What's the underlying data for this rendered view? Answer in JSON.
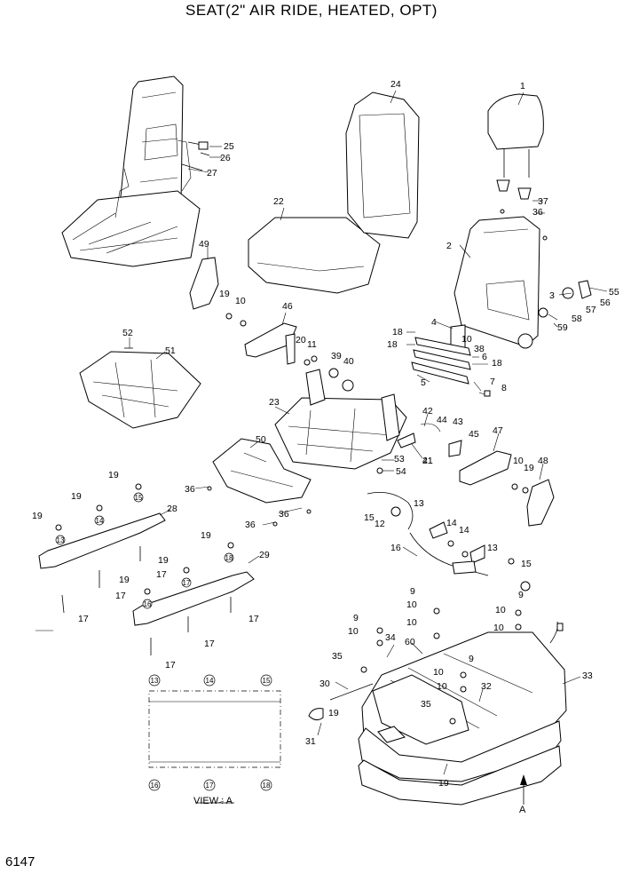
{
  "title": "SEAT(2\" AIR RIDE, HEATED, OPT)",
  "page_number": "6147",
  "view_label": "VIEW : A",
  "arrow_label": "A",
  "callouts": [
    "1",
    "2",
    "3",
    "4",
    "5",
    "6",
    "7",
    "8",
    "9",
    "10",
    "11",
    "12",
    "13",
    "14",
    "15",
    "16",
    "17",
    "18",
    "19",
    "20",
    "21",
    "22",
    "23",
    "24",
    "25",
    "26",
    "27",
    "28",
    "29",
    "30",
    "31",
    "32",
    "33",
    "34",
    "35",
    "36",
    "37",
    "38",
    "39",
    "40",
    "41",
    "42",
    "43",
    "44",
    "45",
    "46",
    "47",
    "48",
    "49",
    "50",
    "51",
    "52",
    "53",
    "54",
    "55",
    "56",
    "57",
    "58",
    "59",
    "60"
  ],
  "view_circles": [
    "13",
    "14",
    "15",
    "16",
    "17",
    "18"
  ]
}
